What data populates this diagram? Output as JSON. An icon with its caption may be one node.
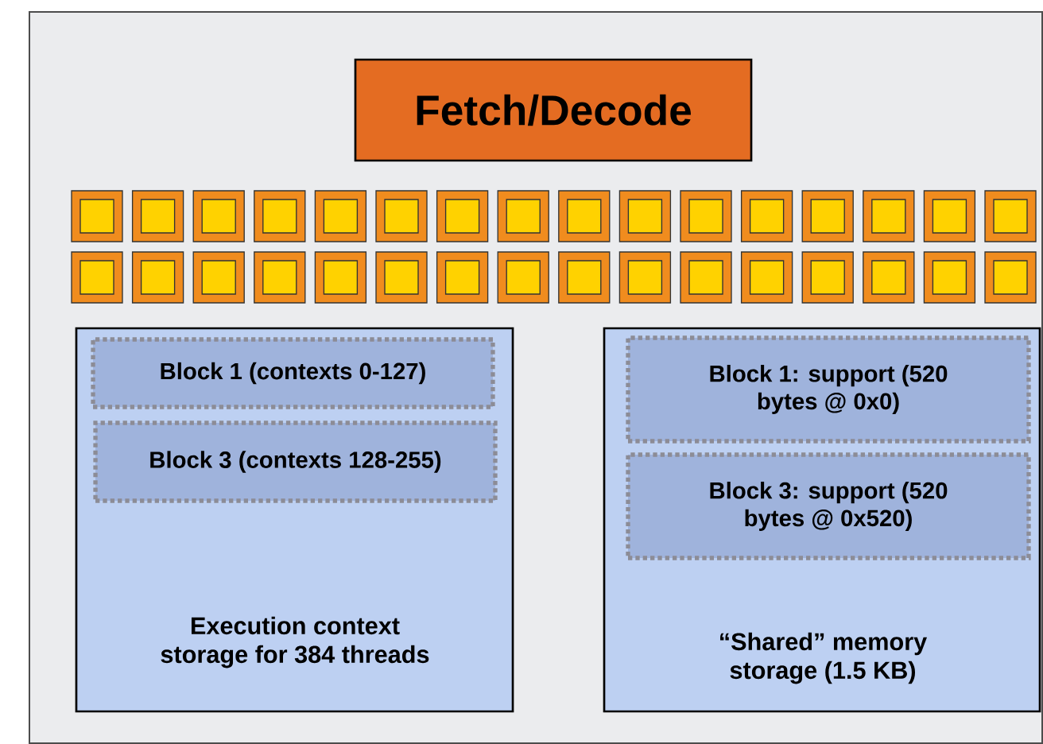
{
  "diagram": {
    "nodes": [
      {
        "text": [],
        "shape": "box"
      },
      {
        "text": [
          "Fetch/Decode"
        ],
        "in": 0
      },
      {
        "text": [
          "Execution context storage for 384 threads"
        ],
        "in": 0
      },
      {
        "text": [
          "Block 1 (contexts 0-127)"
        ],
        "in": 2
      },
      {
        "text": [
          "Block 3 (contexts 128-255)"
        ],
        "in": 2
      },
      {
        "text": [
          "“Shared” memory storage (1.5 KB)"
        ],
        "in": 0
      },
      {
        "text": [
          "Block 1: support (520 bytes @ 0x0)"
        ],
        "in": 5
      },
      {
        "text": [
          "Block 3: support (520 bytes @ 0x520)"
        ],
        "in": 5
      }
    ]
  }
}
